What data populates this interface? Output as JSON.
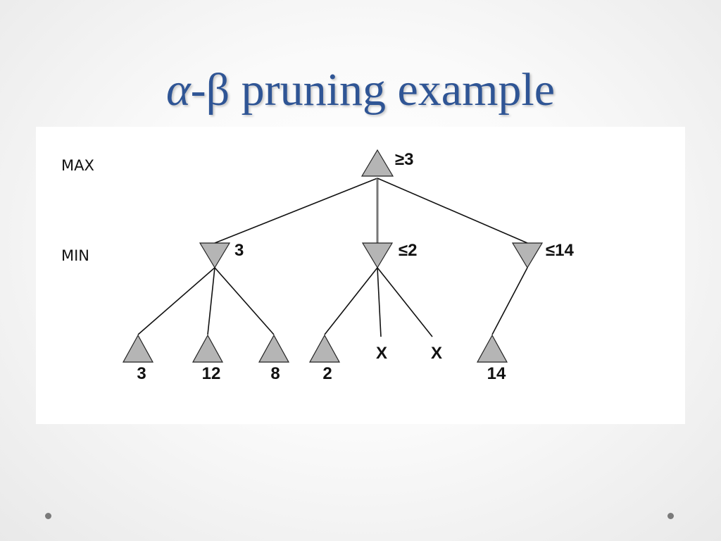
{
  "slide": {
    "title_alpha": "α",
    "title_rest": "-β pruning example"
  },
  "diagram": {
    "levels": {
      "max": "MAX",
      "min": "MIN"
    },
    "root": {
      "label": "≥3"
    },
    "min_nodes": [
      {
        "label": "3"
      },
      {
        "label": "≤2"
      },
      {
        "label": "≤14"
      }
    ],
    "leaves": [
      "3",
      "12",
      "8",
      "2",
      "14"
    ],
    "pruned": [
      "X",
      "X"
    ]
  }
}
